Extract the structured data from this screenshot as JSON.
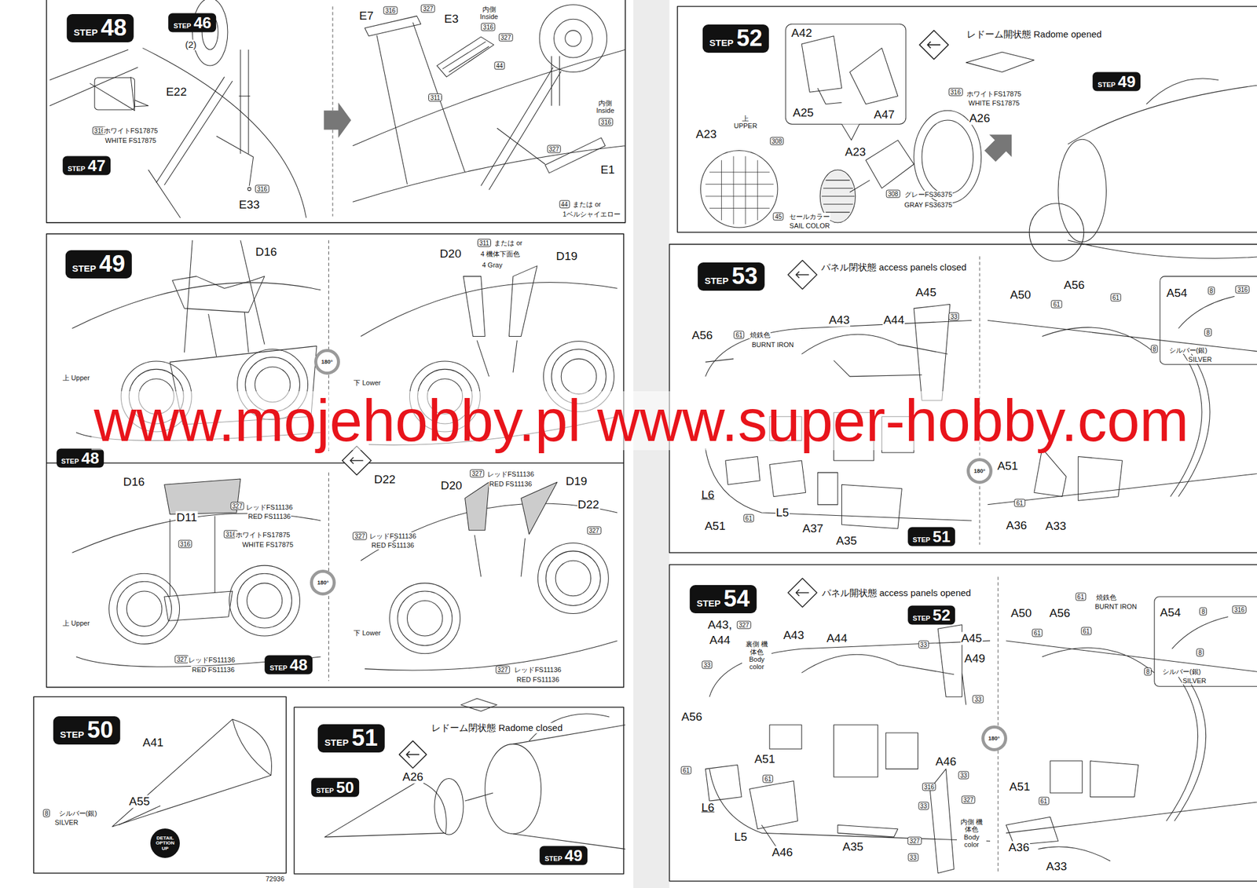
{
  "diagram": {
    "nodes": [
      {
        "text": [
          "STEP",
          "48"
        ]
      },
      {
        "text": [
          "STEP",
          "46"
        ]
      },
      {
        "text": [
          "STEP",
          "47"
        ]
      },
      {
        "text": [
          "STEP",
          "49"
        ]
      },
      {
        "text": [
          "180°"
        ]
      },
      {
        "text": [
          "STEP",
          "48"
        ]
      },
      {
        "text": [
          "180°"
        ]
      },
      {
        "text": [
          "STEP",
          "48"
        ]
      },
      {
        "text": [
          "STEP",
          "50"
        ]
      },
      {
        "text": [
          "DETAIL OPTION UP"
        ]
      },
      {
        "text": [
          "STEP",
          "51"
        ]
      },
      {
        "text": [
          "STEP",
          "50"
        ]
      },
      {
        "text": [
          "STEP",
          "49"
        ]
      },
      {
        "text": [
          "STEP",
          "52"
        ]
      },
      {
        "text": [
          "STEP",
          "49"
        ]
      },
      {
        "text": [
          "STEP",
          "53"
        ]
      },
      {
        "text": [
          "180°"
        ]
      },
      {
        "text": [
          "STEP",
          "51"
        ]
      },
      {
        "text": [
          "STEP",
          "54"
        ]
      },
      {
        "text": [
          "STEP",
          "52"
        ]
      },
      {
        "text": [
          "180°"
        ]
      }
    ],
    "labels": [
      "(2)",
      "E22",
      "316",
      "ホワイトFS17875",
      "WHITE FS17875",
      "316",
      "E33",
      "E7",
      "316",
      "327",
      "E3",
      "内側 Inside",
      "316",
      "327",
      "44",
      "311",
      "内側 Inside",
      "316",
      "327",
      "E1",
      "44",
      "または or",
      "1ベルシャイエロー",
      "D16",
      "D20",
      "311",
      "または or",
      "4 機体下面色",
      "4 Gray",
      "D19",
      "上 Upper",
      "下 Lower",
      "D16",
      "D11",
      "327",
      "レッドFS11136",
      "RED FS11136",
      "316",
      "ホワイトFS17875",
      "WHITE FS17875",
      "316",
      "327",
      "レッドFS11136",
      "RED FS11136",
      "上 Upper",
      "D22",
      "D20",
      "327",
      "レッドFS11136",
      "RED FS11136",
      "D19",
      "D22",
      "327",
      "レッドFS11136",
      "RED FS11136",
      "327",
      "下 Lower",
      "327",
      "レッドFS11136",
      "RED FS11136",
      "A41",
      "A55",
      "8",
      "シルバー(銀)",
      "SILVER",
      "レドーム閉状態 Radome closed",
      "A26",
      "A42",
      "A25",
      "A47",
      "レドーム開状態 Radome opened",
      "316",
      "ホワイトFS17875",
      "WHITE FS17875",
      "A26",
      "上 UPPER",
      "A23",
      "308",
      "A23",
      "308",
      "グレーFS36375",
      "GRAY FS36375",
      "45",
      "セールカラー",
      "SAIL COLOR",
      "パネル閉状態 access panels closed",
      "A45",
      "33",
      "A43",
      "A44",
      "A56",
      "61",
      "焼鉄色",
      "BURNT IRON",
      "A50",
      "A56",
      "61",
      "61",
      "A54",
      "8",
      "316",
      "8",
      "8",
      "シルバー(銀)",
      "SILVER",
      "L6",
      "A51",
      "61",
      "L5",
      "A37",
      "A35",
      "A51",
      "61",
      "A36",
      "A33",
      "パネル開状態 access panels opened",
      "A43,",
      "327",
      "A44",
      "裏側 機体色 Body color",
      "33",
      "A43",
      "A44",
      "A45",
      "33",
      "A49",
      "33",
      "A56",
      "61",
      "A51",
      "61",
      "L6",
      "L5",
      "A46",
      "316",
      "33",
      "327",
      "33",
      "内側 機体色 Body color",
      "327",
      "33",
      "A46",
      "A35",
      "A50",
      "A56",
      "61",
      "焼鉄色",
      "BURNT IRON",
      "61",
      "61",
      "A54",
      "8",
      "316",
      "8",
      "8",
      "シルバー(銀)",
      "SILVER",
      "A51",
      "61",
      "A36",
      "A33",
      "72936",
      "www.mojehobby.pl www.super-hobby.com"
    ]
  }
}
